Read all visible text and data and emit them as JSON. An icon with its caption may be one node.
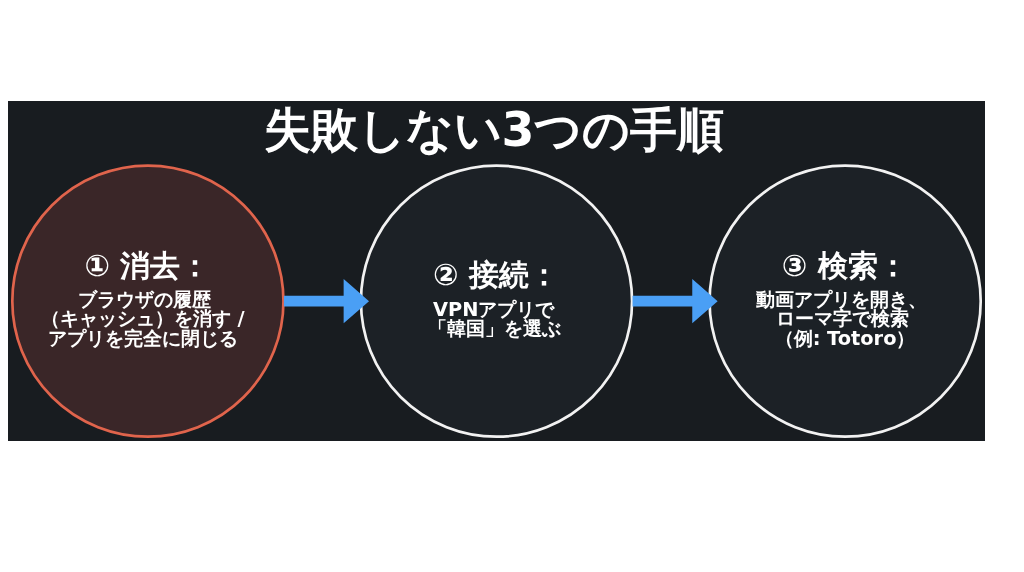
{
  "diagram": {
    "title": "失敗しない3つの手順",
    "nodes": [
      {
        "text": [
          "① 消去：",
          "ブラウザの履歴（キャッシュ）を消す / アプリを完全に閉じる"
        ]
      },
      {
        "text": [
          "② 接続：",
          "VPNアプリで「韓国」を選ぶ"
        ]
      },
      {
        "text": [
          "③ 検索：",
          "動画アプリを開き、ローマ字で検索（例: Totoro）"
        ]
      }
    ],
    "edges": [
      {
        "from": 0,
        "to": 1,
        "arrow": "to"
      },
      {
        "from": 1,
        "to": 2,
        "arrow": "to"
      }
    ]
  }
}
